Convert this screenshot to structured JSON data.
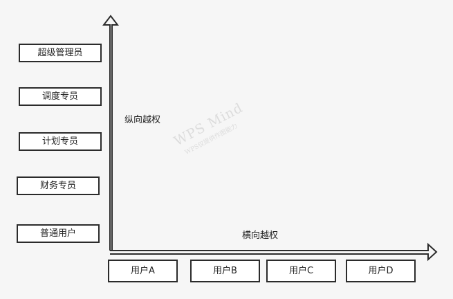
{
  "diagram": {
    "vertical_axis_label": "纵向越权",
    "horizontal_axis_label": "横向越权",
    "roles": [
      "超级管理员",
      "调度专员",
      "计划专员",
      "财务专员",
      "普通用户"
    ],
    "users": [
      "用户A",
      "用户B",
      "用户C",
      "用户D"
    ]
  },
  "watermark": {
    "title": "WPS Mind",
    "subtitle": "WPS仅提供作图能力"
  },
  "colors": {
    "background": "#f6f6f6",
    "stroke": "#2b2b2b",
    "box_fill": "#ffffff"
  }
}
